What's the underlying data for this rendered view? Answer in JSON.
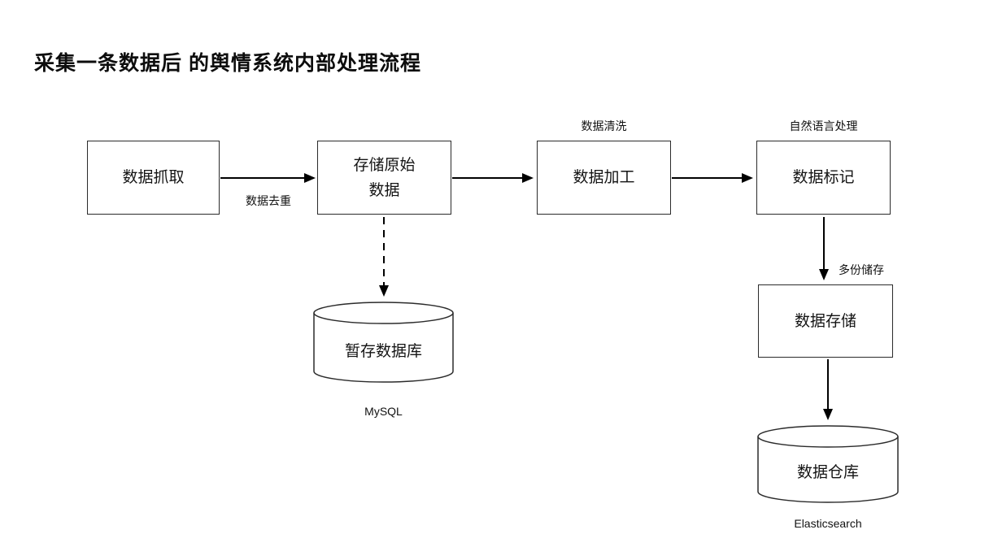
{
  "title": "采集一条数据后 的舆情系统内部处理流程",
  "flow": {
    "capture": {
      "label": "数据抓取"
    },
    "store_raw": {
      "line1": "存储原始",
      "line2": "数据"
    },
    "process": {
      "label": "数据加工",
      "note": "数据清洗"
    },
    "tag": {
      "label": "数据标记",
      "note": "自然语言处理"
    },
    "storage": {
      "label": "数据存储",
      "note": "多份储存"
    },
    "temp_db": {
      "label": "暂存数据库",
      "caption": "MySQL"
    },
    "warehouse": {
      "label": "数据仓库",
      "caption": "Elasticsearch"
    },
    "edge_dedup": {
      "label": "数据去重"
    }
  }
}
